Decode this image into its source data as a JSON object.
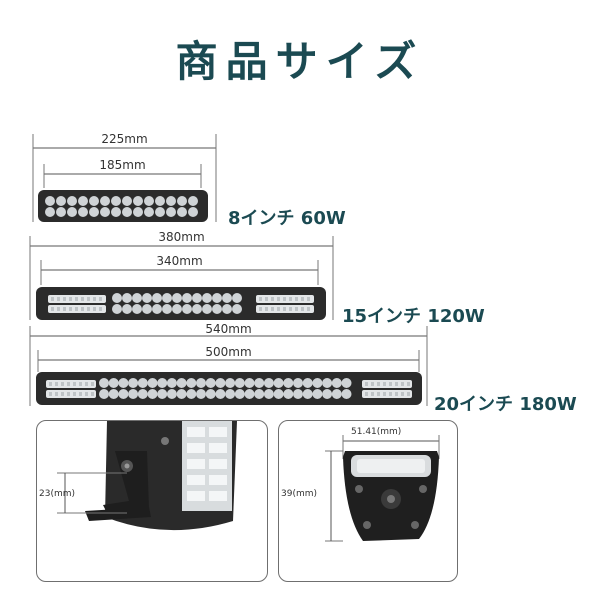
{
  "title": "商品サイズ",
  "colors": {
    "title": "#1b4a52",
    "bar_body": "#2b2b2b",
    "led": "#cfd3d6",
    "dimension_line": "#555555"
  },
  "products": [
    {
      "outer_length": "225mm",
      "inner_length": "185mm",
      "label": "8インチ 60W"
    },
    {
      "outer_length": "380mm",
      "inner_length": "340mm",
      "label": "15インチ 120W"
    },
    {
      "outer_length": "540mm",
      "inner_length": "500mm",
      "label": "20インチ 180W"
    }
  ],
  "details": {
    "side_height": "23(mm)",
    "profile_width": "51.41(mm)",
    "profile_height": "39(mm)"
  }
}
